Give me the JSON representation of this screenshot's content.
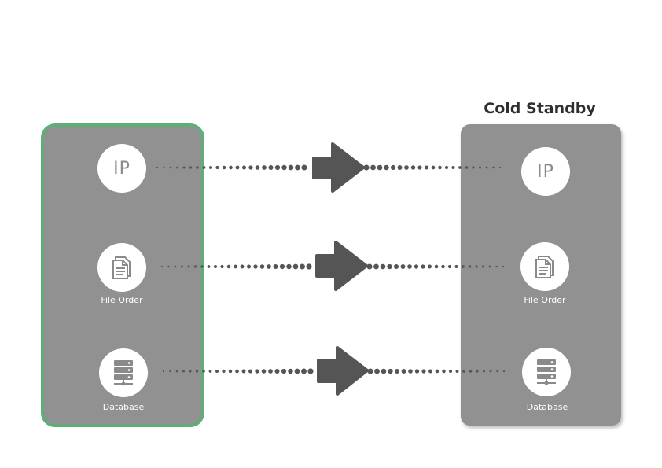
{
  "standby": {
    "title": "Cold Standby"
  },
  "primary": {
    "nodes": [
      {
        "kind": "ip",
        "text": "IP"
      },
      {
        "kind": "file",
        "label": "File Order"
      },
      {
        "kind": "database",
        "label": "Database"
      }
    ]
  },
  "standby_panel": {
    "nodes": [
      {
        "kind": "ip",
        "text": "IP"
      },
      {
        "kind": "file",
        "label": "File Order"
      },
      {
        "kind": "database",
        "label": "Database"
      }
    ]
  },
  "colors": {
    "panel": "#919191",
    "primary_border": "#5fae7a",
    "arrow": "#555555",
    "dots": "#555555",
    "icon": "#8a8a8a"
  },
  "icons": [
    "document-icon",
    "server-icon",
    "arrow-right-icon"
  ]
}
